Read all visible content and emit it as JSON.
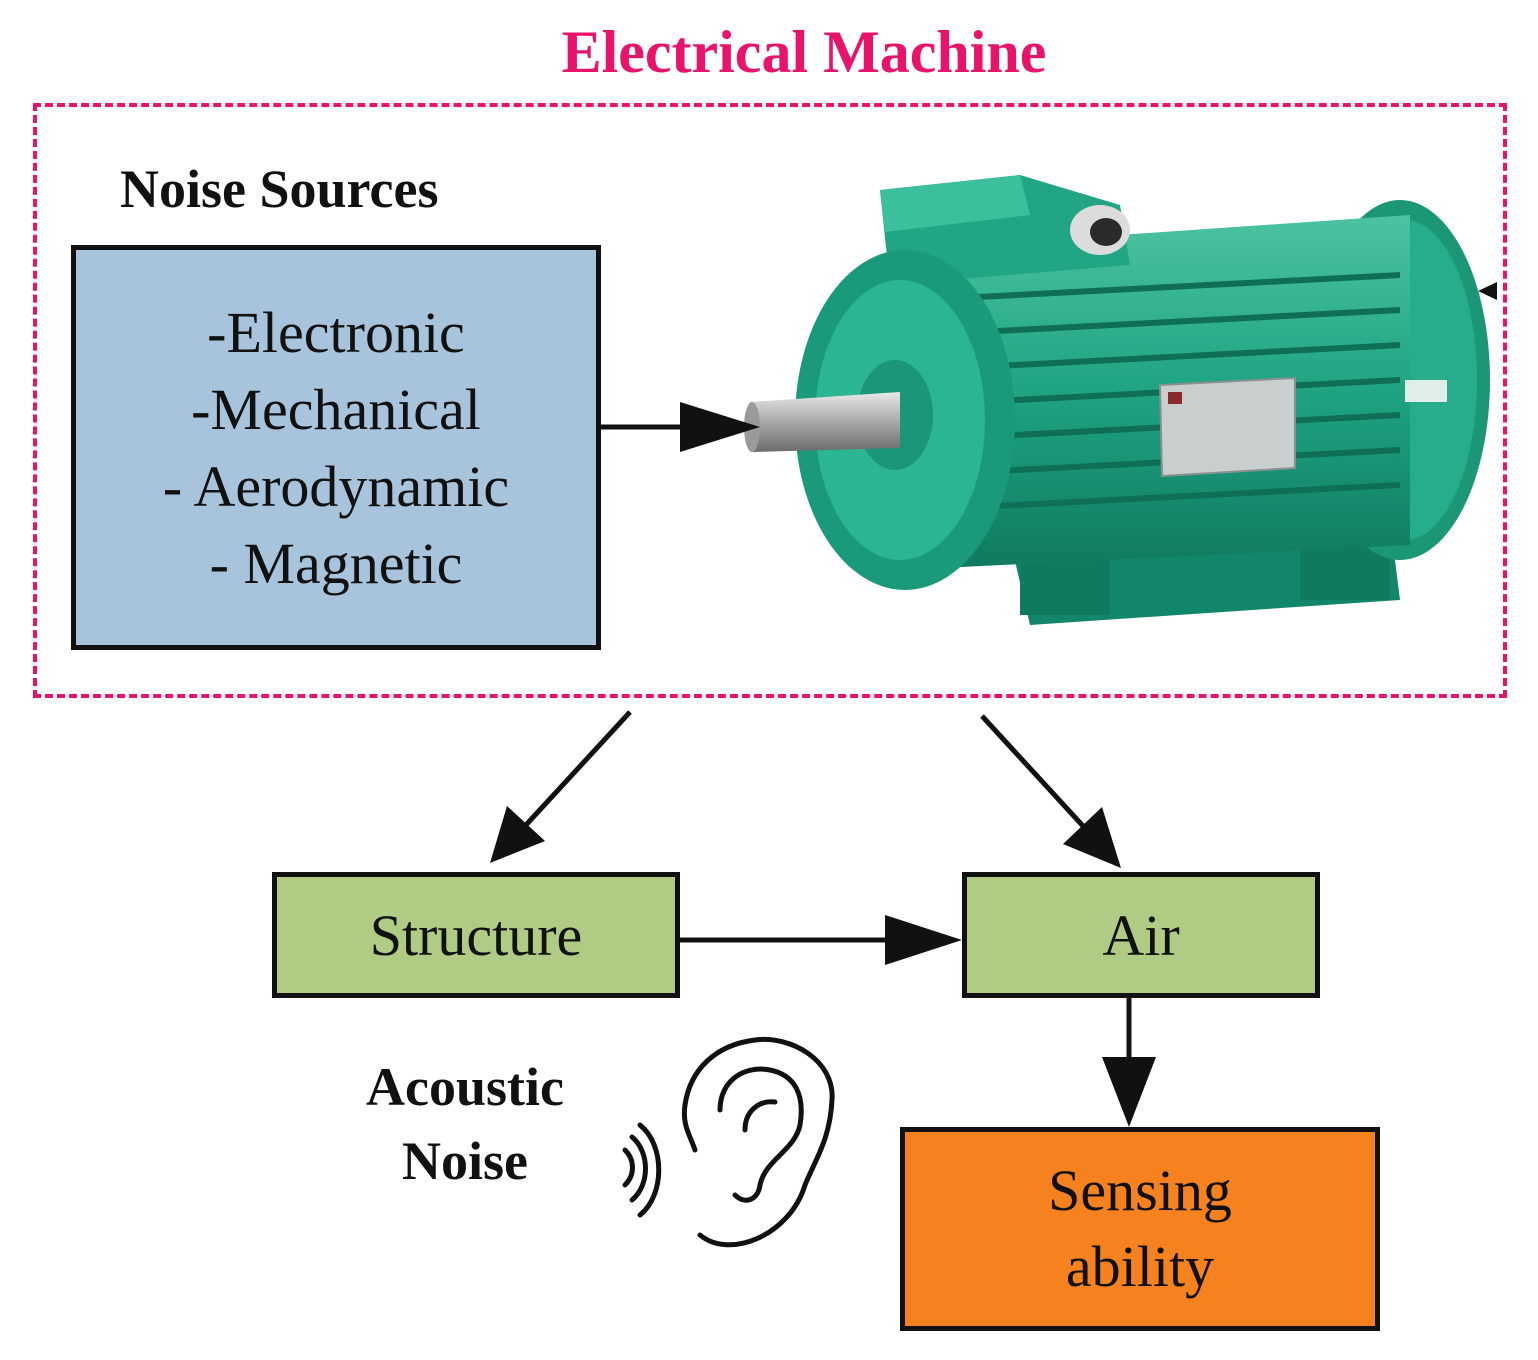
{
  "title": "Electrical Machine",
  "noise_sources": {
    "heading": "Noise Sources",
    "items": [
      "-Electronic",
      "-Mechanical",
      "- Aerodynamic",
      "- Magnetic"
    ]
  },
  "paths": {
    "structure": "Structure",
    "air": "Air"
  },
  "sensing": [
    "Sensing",
    "ability"
  ],
  "acoustic_noise": [
    "Acoustic",
    "Noise"
  ],
  "colors": {
    "accent": "#e8146c",
    "sources_box": "#a8c4dc",
    "path_box": "#afcb84",
    "sensing_box": "#f5821f",
    "motor": "#1fa383"
  },
  "images": {
    "motor": "electric-motor-picture",
    "ear": "ear-icon"
  }
}
